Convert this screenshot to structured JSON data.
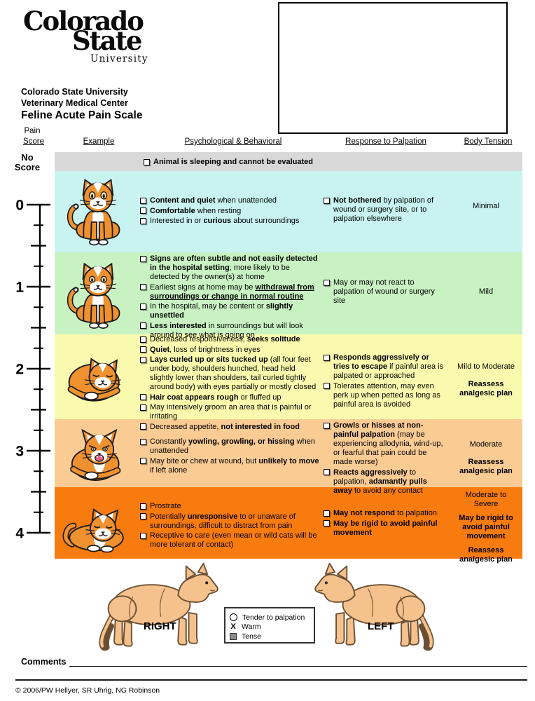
{
  "logo": {
    "line1": "Colorado",
    "line2": "State",
    "line3": "University"
  },
  "title": {
    "line1": "Colorado State University",
    "line2": "Veterinary Medical Center",
    "line3": "Feline Acute Pain Scale"
  },
  "columns": {
    "pain": "Pain",
    "score": "Score",
    "example": "Example",
    "psych": "Psychological & Behavioral",
    "palpation": "Response to Palpation",
    "tension": "Body Tension"
  },
  "no_score": {
    "label_line1": "No",
    "label_line2": "Score",
    "text": "Animal is sleeping and cannot be evaluated"
  },
  "scale": {
    "numbers": [
      "0",
      "1",
      "2",
      "3",
      "4"
    ]
  },
  "rows": [
    {
      "score": "0",
      "bg": "#c8f3f1",
      "psych": [
        "**Content and quiet** when unattended",
        "**Comfortable** when resting",
        "Interested in or **curious** about surroundings"
      ],
      "palpation": [
        "**Not bothered** by palpation of wound or surgery site, or to palpation elsewhere"
      ],
      "tension": [
        "Minimal"
      ]
    },
    {
      "score": "1",
      "bg": "#c9f2c3",
      "psych": [
        "**Signs are often subtle and not easily detected in the hospital setting**; more likely to be detected by the owner(s) at home",
        "Earliest signs at home may be __withdrawal from surroundings or change in normal routine__",
        "In the hospital, may be content or **slightly unsettled**",
        "**Less interested** in surroundings but will look around to see what is going on"
      ],
      "palpation": [
        "May or may not react to palpation of wound or surgery site"
      ],
      "tension": [
        "Mild"
      ]
    },
    {
      "score": "2",
      "bg": "#fafaae",
      "psych": [
        "Decreased responsiveness, **seeks solitude**",
        "**Quiet**, loss of brightness in eyes",
        "**Lays curled up or sits tucked up** (all four feet under body, shoulders hunched, head held slightly lower than shoulders, tail curled tightly around body) with eyes partially or mostly closed",
        "**Hair coat appears rough** or fluffed up",
        "May intensively groom an area that is painful or irritating",
        "Decreased appetite, **not interested in food**"
      ],
      "palpation": [
        "**Responds aggressively or tries to escape** if painful area is palpated or approached",
        "Tolerates attention, may even perk up when petted as long as painful area is avoided"
      ],
      "tension": [
        "Mild to Moderate",
        "**Reassess analgesic plan**"
      ]
    },
    {
      "score": "3",
      "bg": "#fbcb94",
      "psych": [
        "Constantly **yowling, growling, or hissing** when unattended",
        "May bite or chew at wound, but **unlikely to move** if left alone"
      ],
      "palpation": [
        "**Growls or hisses at non-painful palpation** (may be experiencing allodynia, wind-up, or fearful that pain could be made worse)",
        "**Reacts aggressively** to palpation, **adamantly pulls away** to avoid any contact"
      ],
      "tension": [
        "Moderate",
        "**Reassess analgesic plan**"
      ]
    },
    {
      "score": "4",
      "bg": "#f87b0f",
      "psych": [
        "Prostrate",
        "Potentially **unresponsive** to or unaware of surroundings, difficult to distract from pain",
        "Receptive to care (even mean or wild cats will be more tolerant of contact)"
      ],
      "palpation": [
        "**May not respond** to palpation",
        "**May be rigid to avoid painful movement**"
      ],
      "tension": [
        "Moderate to Severe",
        "**May be rigid to avoid painful movement**",
        "**Reassess analgesic plan**"
      ]
    }
  ],
  "body_map": {
    "right_label": "RIGHT",
    "left_label": "LEFT",
    "legend": [
      {
        "icon": "circle-icon",
        "label": "Tender to palpation"
      },
      {
        "icon": "x-icon",
        "label": "Warm"
      },
      {
        "icon": "square-icon",
        "label": "Tense"
      }
    ]
  },
  "comments_label": "Comments",
  "copyright": "© 2006/PW Hellyer, SR Uhrig, NG Robinson"
}
